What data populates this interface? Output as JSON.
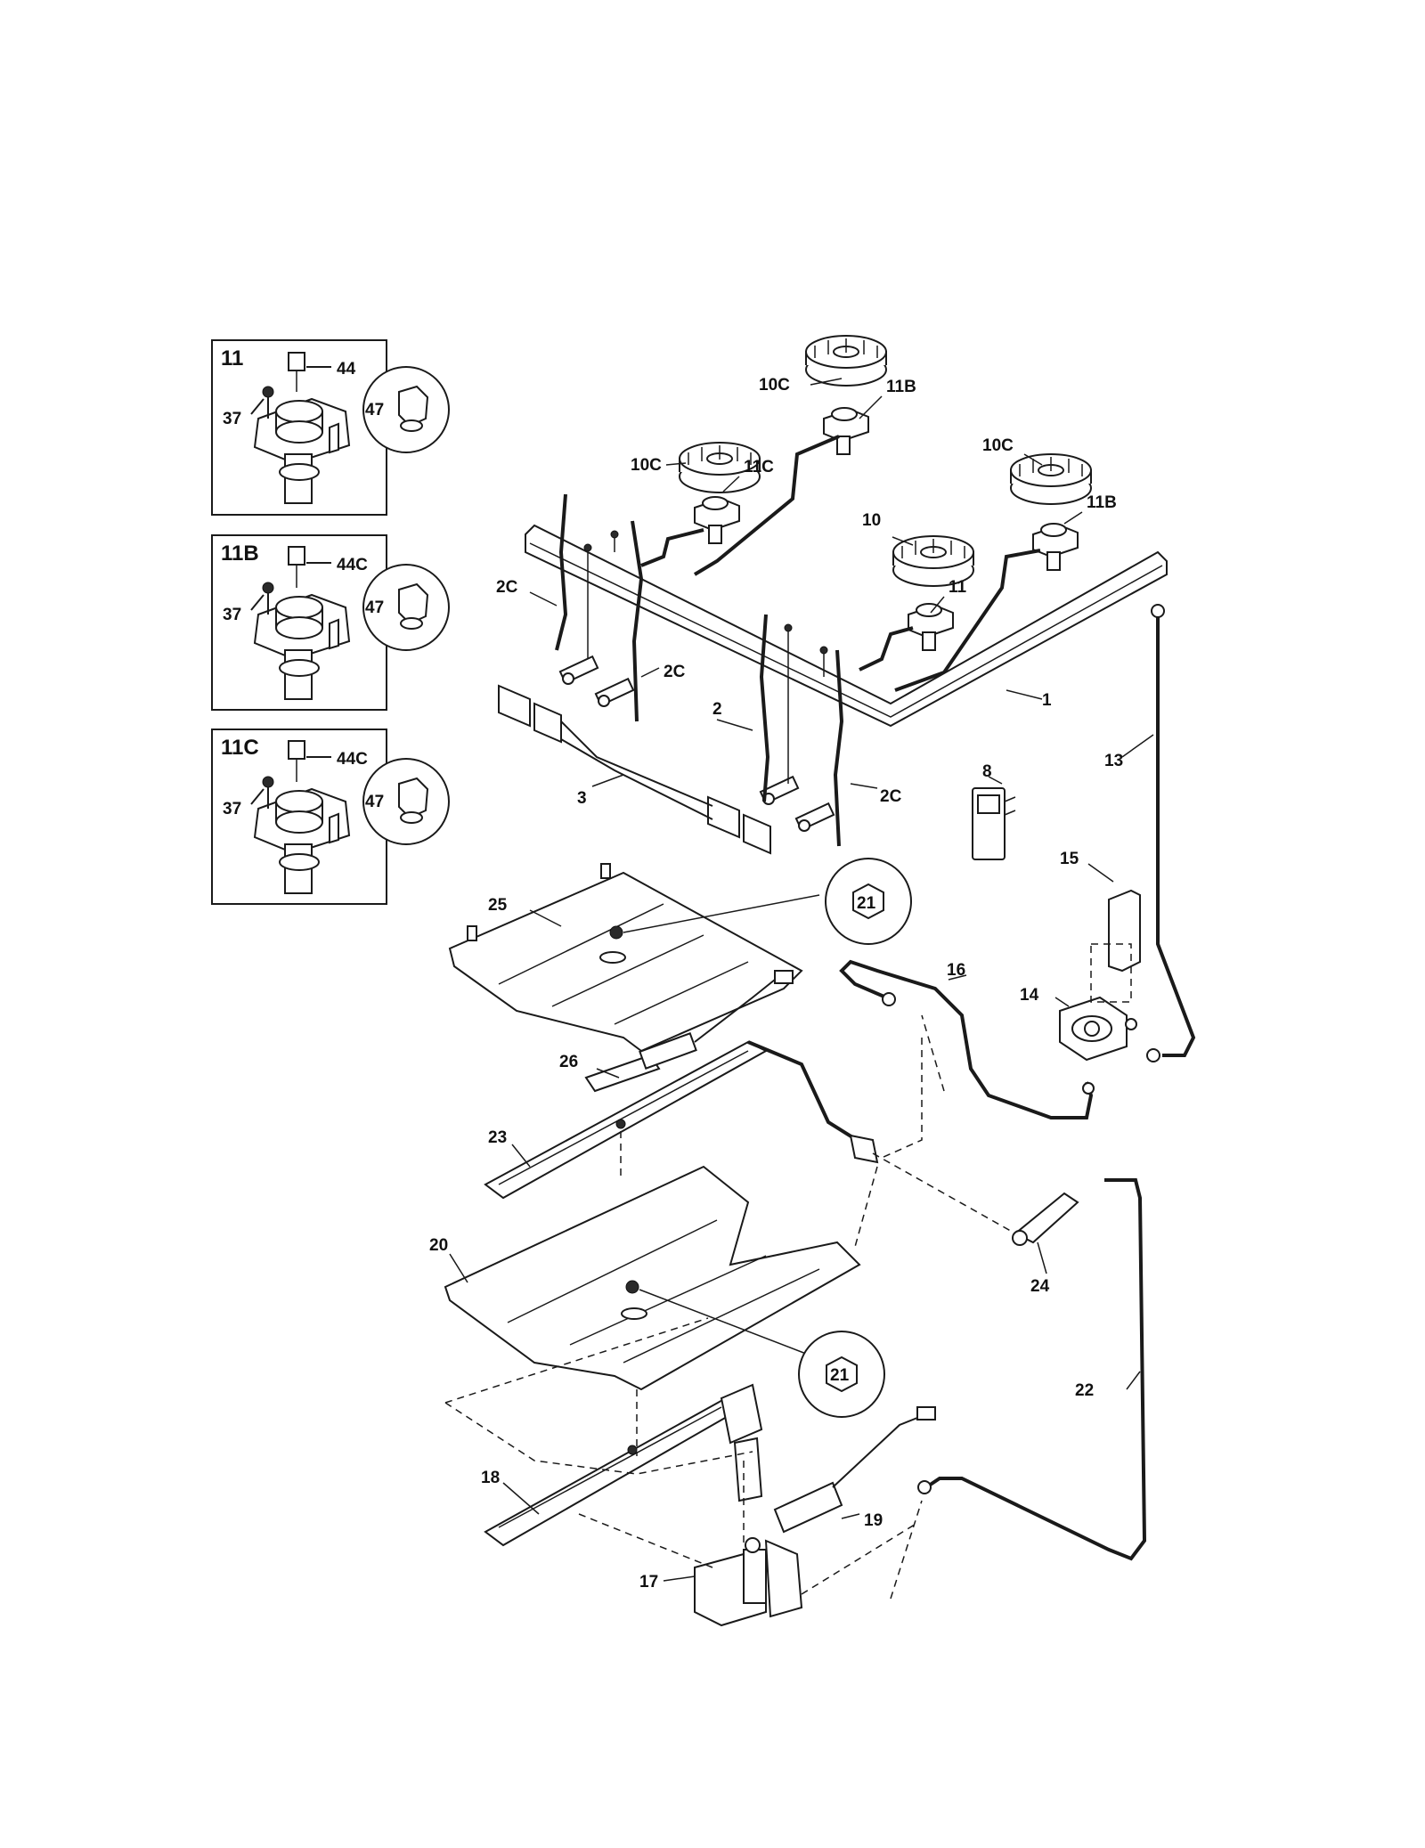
{
  "insets": [
    {
      "title": "11",
      "labels": [
        "44",
        "37",
        "47"
      ]
    },
    {
      "title": "11B",
      "labels": [
        "44C",
        "37",
        "47"
      ]
    },
    {
      "title": "11C",
      "labels": [
        "44C",
        "37",
        "47"
      ]
    }
  ],
  "labels": {
    "p1": "1",
    "p2": "2",
    "p2c_a": "2C",
    "p2c_b": "2C",
    "p2c_c": "2C",
    "p3": "3",
    "p8": "8",
    "p10": "10",
    "p10c_a": "10C",
    "p10c_b": "10C",
    "p10c_c": "10C",
    "p11": "11",
    "p11b_a": "11B",
    "p11b_b": "11B",
    "p11c": "11C",
    "p13": "13",
    "p14": "14",
    "p15": "15",
    "p16": "16",
    "p17": "17",
    "p18": "18",
    "p19": "19",
    "p20": "20",
    "p21_a": "21",
    "p21_b": "21",
    "p22": "22",
    "p23": "23",
    "p24": "24",
    "p25": "25",
    "p26": "26"
  }
}
